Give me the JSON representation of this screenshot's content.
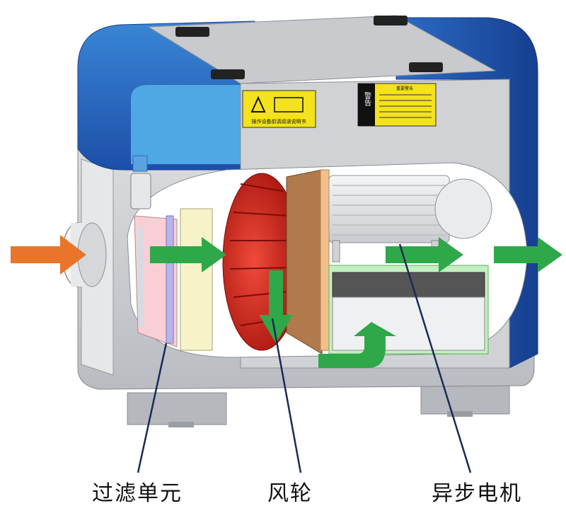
{
  "diagram": {
    "labels": {
      "filter_unit": "过滤单元",
      "impeller": "风轮",
      "motor": "异步电机"
    },
    "signs": {
      "manual_notice": "操作设备前请阅读说明书",
      "warning_vertical": "警告",
      "warning_header": "重要警告"
    },
    "colors": {
      "cover_blue": "#2a5fb8",
      "cover_blue_light": "#3f8fd6",
      "body_grey": "#d4d6d9",
      "inlet_arrow": "#e8752a",
      "flow_arrow": "#2fa84a",
      "impeller_red": "#d62b22",
      "sign_yellow": "#f3e21c"
    }
  }
}
